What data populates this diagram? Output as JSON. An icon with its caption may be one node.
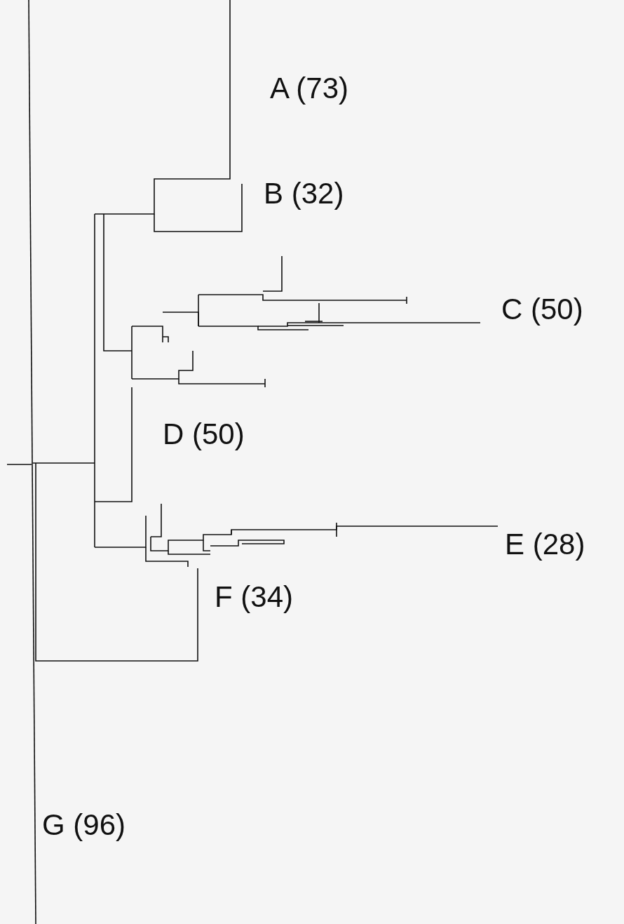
{
  "diagram": {
    "labels": [
      "A (73)",
      "B (32)",
      "C (50)",
      "D (50)",
      "E (28)",
      "F (34)",
      "G (96)"
    ]
  }
}
